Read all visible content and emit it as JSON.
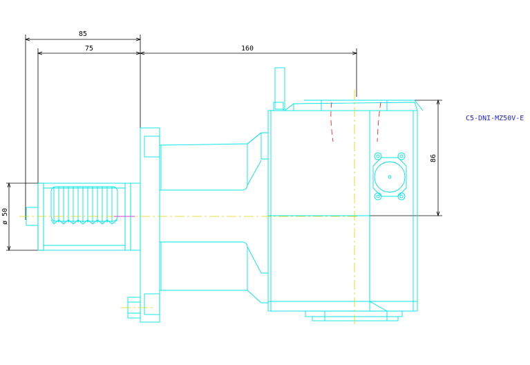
{
  "dimensions": {
    "d85": "85",
    "d75": "75",
    "d160": "160",
    "d86": "86",
    "dia50": "ø 50"
  },
  "part_label": "C5-DNI-MZ50V-E",
  "colors": {
    "outline": "#00e5e5",
    "dimension": "#000000",
    "centerline": "#d8d800",
    "hidden": "#ff2020",
    "label": "#2020d0"
  }
}
